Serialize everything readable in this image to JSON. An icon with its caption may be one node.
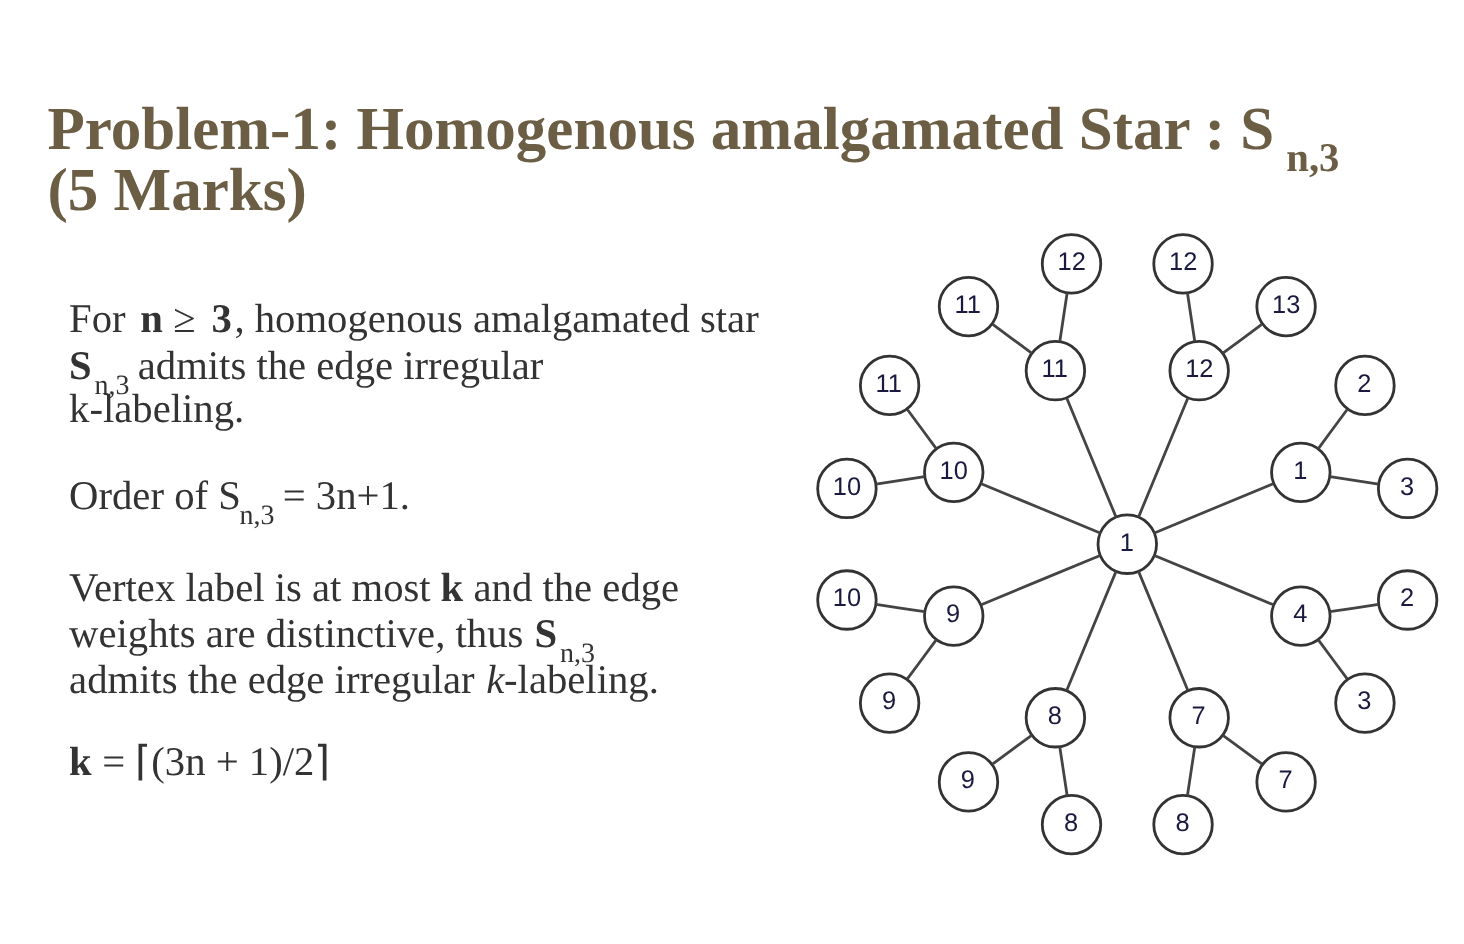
{
  "diagram": {
    "title": "Problem-1: Homogenous amalgamated Star : S$_{n,3}$ (5 Marks)",
    "nodes": [
      {
        "text": [
          "11"
        ]
      },
      {
        "text": [
          "12"
        ]
      },
      {
        "text": [
          "11"
        ]
      },
      {
        "text": [
          "12"
        ]
      },
      {
        "text": [
          "11"
        ]
      },
      {
        "text": [
          "10"
        ]
      },
      {
        "text": [
          "10"
        ]
      },
      {
        "text": [
          "12"
        ]
      },
      {
        "text": [
          "13"
        ]
      },
      {
        "text": [
          "10"
        ]
      },
      {
        "text": [
          "2"
        ]
      },
      {
        "text": [
          "9"
        ]
      },
      {
        "text": [
          "1"
        ]
      },
      {
        "text": [
          "1"
        ]
      },
      {
        "text": [
          "9"
        ]
      },
      {
        "text": [
          "3"
        ]
      },
      {
        "text": [
          "9"
        ]
      },
      {
        "text": [
          "8"
        ]
      },
      {
        "text": [
          "4"
        ]
      },
      {
        "text": [
          "2"
        ]
      },
      {
        "text": [
          "7"
        ]
      },
      {
        "text": [
          "8"
        ]
      },
      {
        "text": [
          "3"
        ]
      },
      {
        "text": [
          "8"
        ]
      },
      {
        "text": [
          "7"
        ]
      }
    ],
    "edges": [
      {
        "from": 12,
        "to": 13,
        "arrow": "none"
      },
      {
        "from": 13,
        "to": 15,
        "arrow": "none"
      },
      {
        "from": 13,
        "to": 10,
        "arrow": "none"
      },
      {
        "from": 12,
        "to": 7,
        "arrow": "none"
      },
      {
        "from": 7,
        "to": 8,
        "arrow": "none"
      },
      {
        "from": 7,
        "to": 3,
        "arrow": "none"
      },
      {
        "from": 12,
        "to": 4,
        "arrow": "none"
      },
      {
        "from": 4,
        "to": 1,
        "arrow": "none"
      },
      {
        "from": 4,
        "to": 0,
        "arrow": "none"
      },
      {
        "from": 12,
        "to": 6,
        "arrow": "none"
      },
      {
        "from": 6,
        "to": 2,
        "arrow": "none"
      },
      {
        "from": 6,
        "to": 5,
        "arrow": "none"
      },
      {
        "from": 12,
        "to": 11,
        "arrow": "none"
      },
      {
        "from": 11,
        "to": 9,
        "arrow": "none"
      },
      {
        "from": 11,
        "to": 14,
        "arrow": "none"
      },
      {
        "from": 12,
        "to": 17,
        "arrow": "none"
      },
      {
        "from": 17,
        "to": 16,
        "arrow": "none"
      },
      {
        "from": 17,
        "to": 21,
        "arrow": "none"
      },
      {
        "from": 12,
        "to": 20,
        "arrow": "none"
      },
      {
        "from": 20,
        "to": 23,
        "arrow": "none"
      },
      {
        "from": 20,
        "to": 24,
        "arrow": "none"
      },
      {
        "from": 12,
        "to": 18,
        "arrow": "none"
      },
      {
        "from": 18,
        "to": 22,
        "arrow": "none"
      },
      {
        "from": 18,
        "to": 19,
        "arrow": "none"
      }
    ],
    "labels": [
      "For **n** ≥ **3**, homogenous amalgamated star **S**$_{n,3}$ admits the edge irregular k-labeling.",
      "Order of S$_{n,3}$ = 3n+1.",
      "Vertex label is at most **k** and the edge weights are distinctive, thus **S**$_{n,3}$ admits the edge irregular *k*-labeling.",
      "**k** = ⌈(3n + 1)/2⌉"
    ]
  }
}
